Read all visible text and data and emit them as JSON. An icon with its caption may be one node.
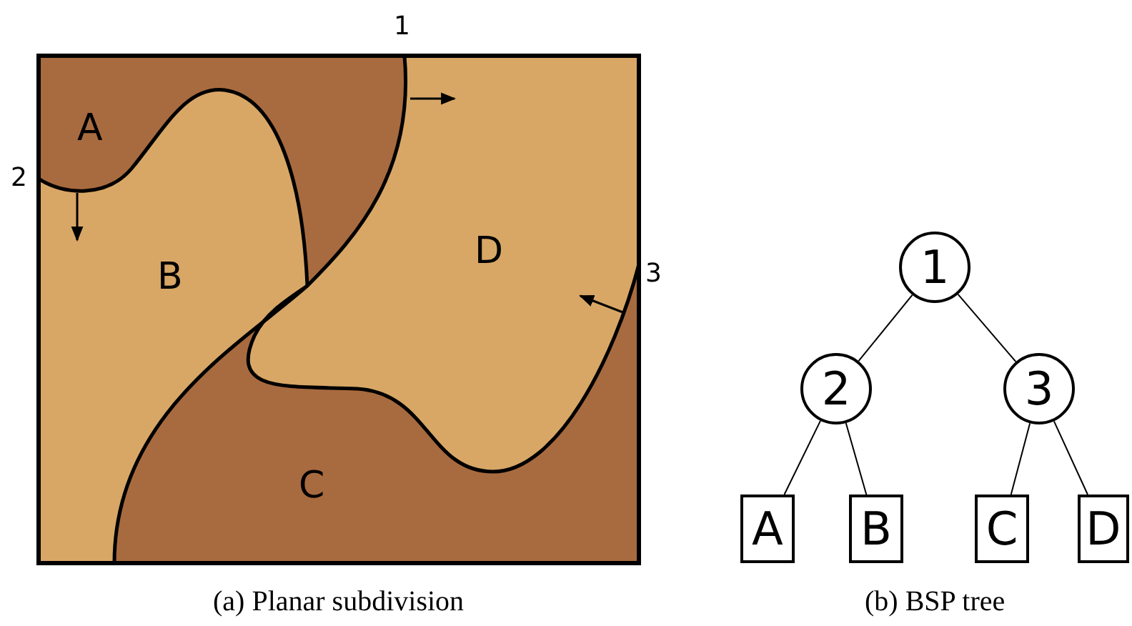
{
  "diagram": {
    "nodes": [
      {
        "text": [
          "1"
        ]
      },
      {
        "text": [
          "2"
        ]
      },
      {
        "text": [
          "3"
        ]
      },
      {
        "text": [
          "A"
        ]
      },
      {
        "text": [
          "B"
        ]
      },
      {
        "text": [
          "C"
        ]
      },
      {
        "text": [
          "D"
        ]
      }
    ],
    "edges": [
      {
        "from": 0,
        "to": 1,
        "arrow": "none"
      },
      {
        "from": 0,
        "to": 2,
        "arrow": "none"
      },
      {
        "from": 1,
        "to": 3,
        "arrow": "none"
      },
      {
        "from": 1,
        "to": 4,
        "arrow": "none"
      },
      {
        "from": 2,
        "to": 5,
        "arrow": "none"
      },
      {
        "from": 2,
        "to": 6,
        "arrow": "none"
      }
    ],
    "labels": [
      "1",
      "A",
      "2",
      "D",
      "3",
      "B",
      "C",
      "(a) Planar subdivision",
      "(b) BSP tree"
    ]
  }
}
